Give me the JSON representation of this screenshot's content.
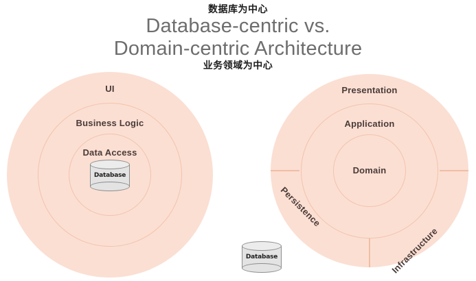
{
  "title": {
    "cn_top": "数据库为中心",
    "line1": "Database-centric vs.",
    "line2": "Domain-centric Architecture",
    "cn_bottom": "业务领域为中心"
  },
  "colors": {
    "ring_fill": "#fbdfd3",
    "ring_stroke": "#f3c3ab",
    "label_text": "#4a3b38",
    "title_text": "#6d6d6d",
    "cylinder_fill": "#e3e3e3",
    "cylinder_stroke": "#8d8d8d",
    "background": "#ffffff"
  },
  "left_diagram": {
    "name": "database-centric-architecture",
    "rings": [
      {
        "label": "UI"
      },
      {
        "label": "Business Logic"
      },
      {
        "label": "Data Access"
      }
    ],
    "cylinder": {
      "label": "Database"
    }
  },
  "right_diagram": {
    "name": "domain-centric-architecture",
    "rings": [
      {
        "label": "Presentation"
      },
      {
        "label": "Application"
      },
      {
        "label": "Domain"
      }
    ],
    "sectors": [
      {
        "label": "Persistence"
      },
      {
        "label": "Infrastructure"
      }
    ]
  },
  "bottom_cylinder": {
    "label": "Database"
  }
}
